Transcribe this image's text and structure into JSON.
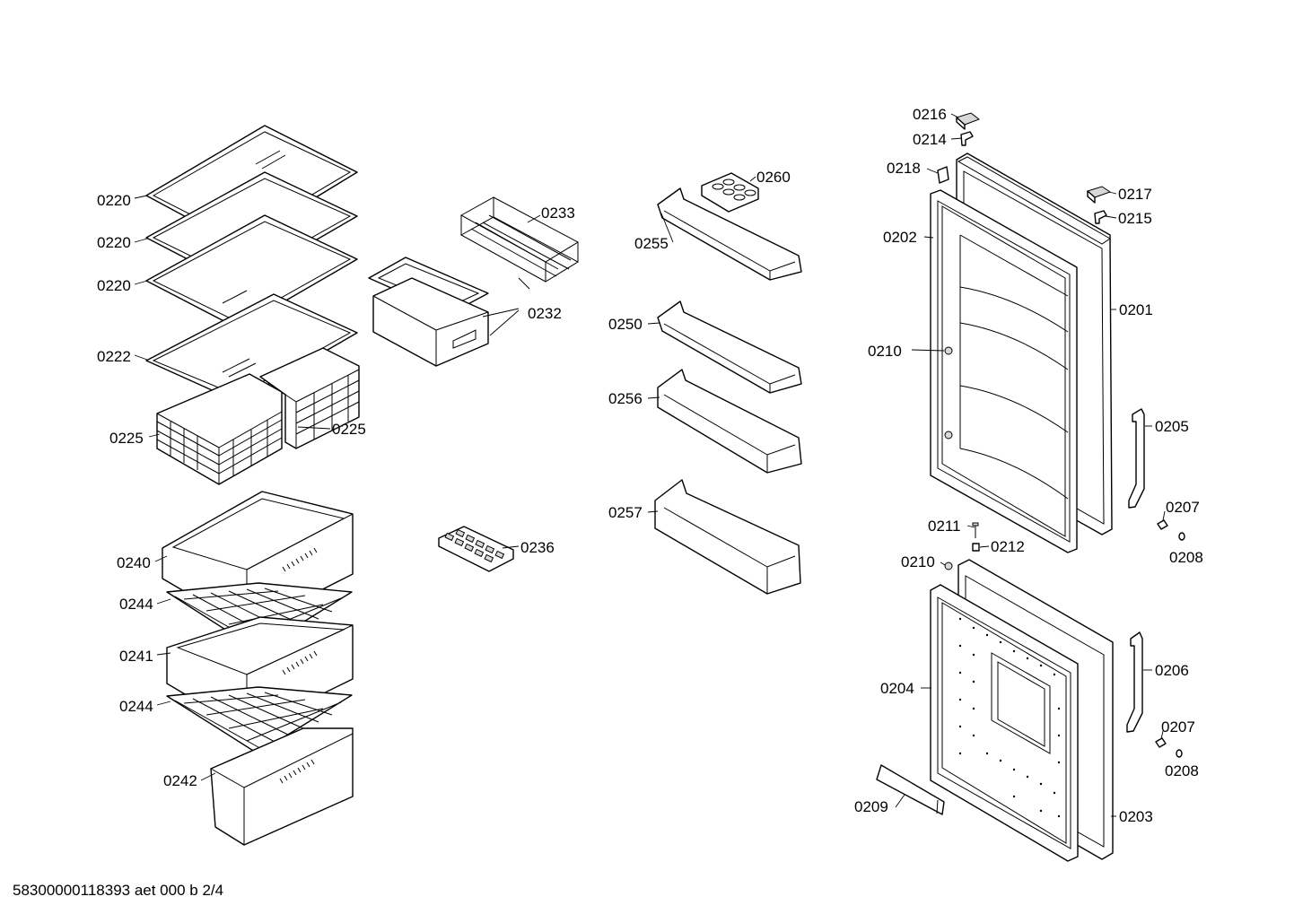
{
  "labels": {
    "l0220a": "0220",
    "l0220b": "0220",
    "l0220c": "0220",
    "l0222": "0222",
    "l0225a": "0225",
    "l0225b": "0225",
    "l0233": "0233",
    "l0232": "0232",
    "l0236": "0236",
    "l0240": "0240",
    "l0244a": "0244",
    "l0241": "0241",
    "l0244b": "0244",
    "l0242": "0242",
    "l0260": "0260",
    "l0255": "0255",
    "l0250": "0250",
    "l0256": "0256",
    "l0257": "0257",
    "l0216": "0216",
    "l0214": "0214",
    "l0218": "0218",
    "l0217": "0217",
    "l0215": "0215",
    "l0202": "0202",
    "l0201": "0201",
    "l0210a": "0210",
    "l0205": "0205",
    "l0207a": "0207",
    "l0208a": "0208",
    "l0211": "0211",
    "l0212": "0212",
    "l0210b": "0210",
    "l0206": "0206",
    "l0204": "0204",
    "l0207b": "0207",
    "l0208b": "0208",
    "l0209": "0209",
    "l0203": "0203"
  },
  "footer": "58300000118393 aet 000 b 2/4"
}
